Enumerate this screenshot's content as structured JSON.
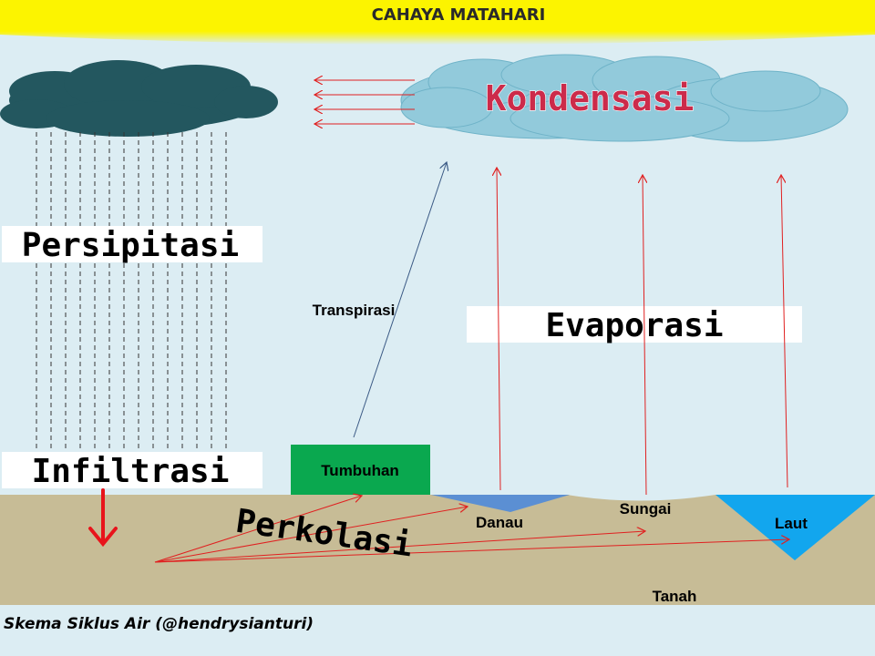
{
  "sun_label": "CAHAYA MATAHARI",
  "labels": {
    "kondensasi": "Kondensasi",
    "persipitasi": "Persipitasi",
    "transpirasi": "Transpirasi",
    "evaporasi": "Evaporasi",
    "infiltrasi": "Infiltrasi",
    "tumbuhan": "Tumbuhan",
    "perkolasi": "Perkolasi",
    "danau": "Danau",
    "sungai": "Sungai",
    "laut": "Laut",
    "tanah": "Tanah"
  },
  "caption": "Skema Siklus Air (@hendrysianturi)",
  "colors": {
    "sky": "#dcedf3",
    "sun_band": "#fcf400",
    "rain_cloud": "#23575f",
    "condensation_cloud": "#92cadb",
    "ground": "#c7bc96",
    "plant_box": "#0aa84f",
    "lake": "#5b8fd3",
    "sea": "#12a6ee",
    "arrow_red": "#e02020",
    "arrow_blue": "#3b5a85"
  }
}
